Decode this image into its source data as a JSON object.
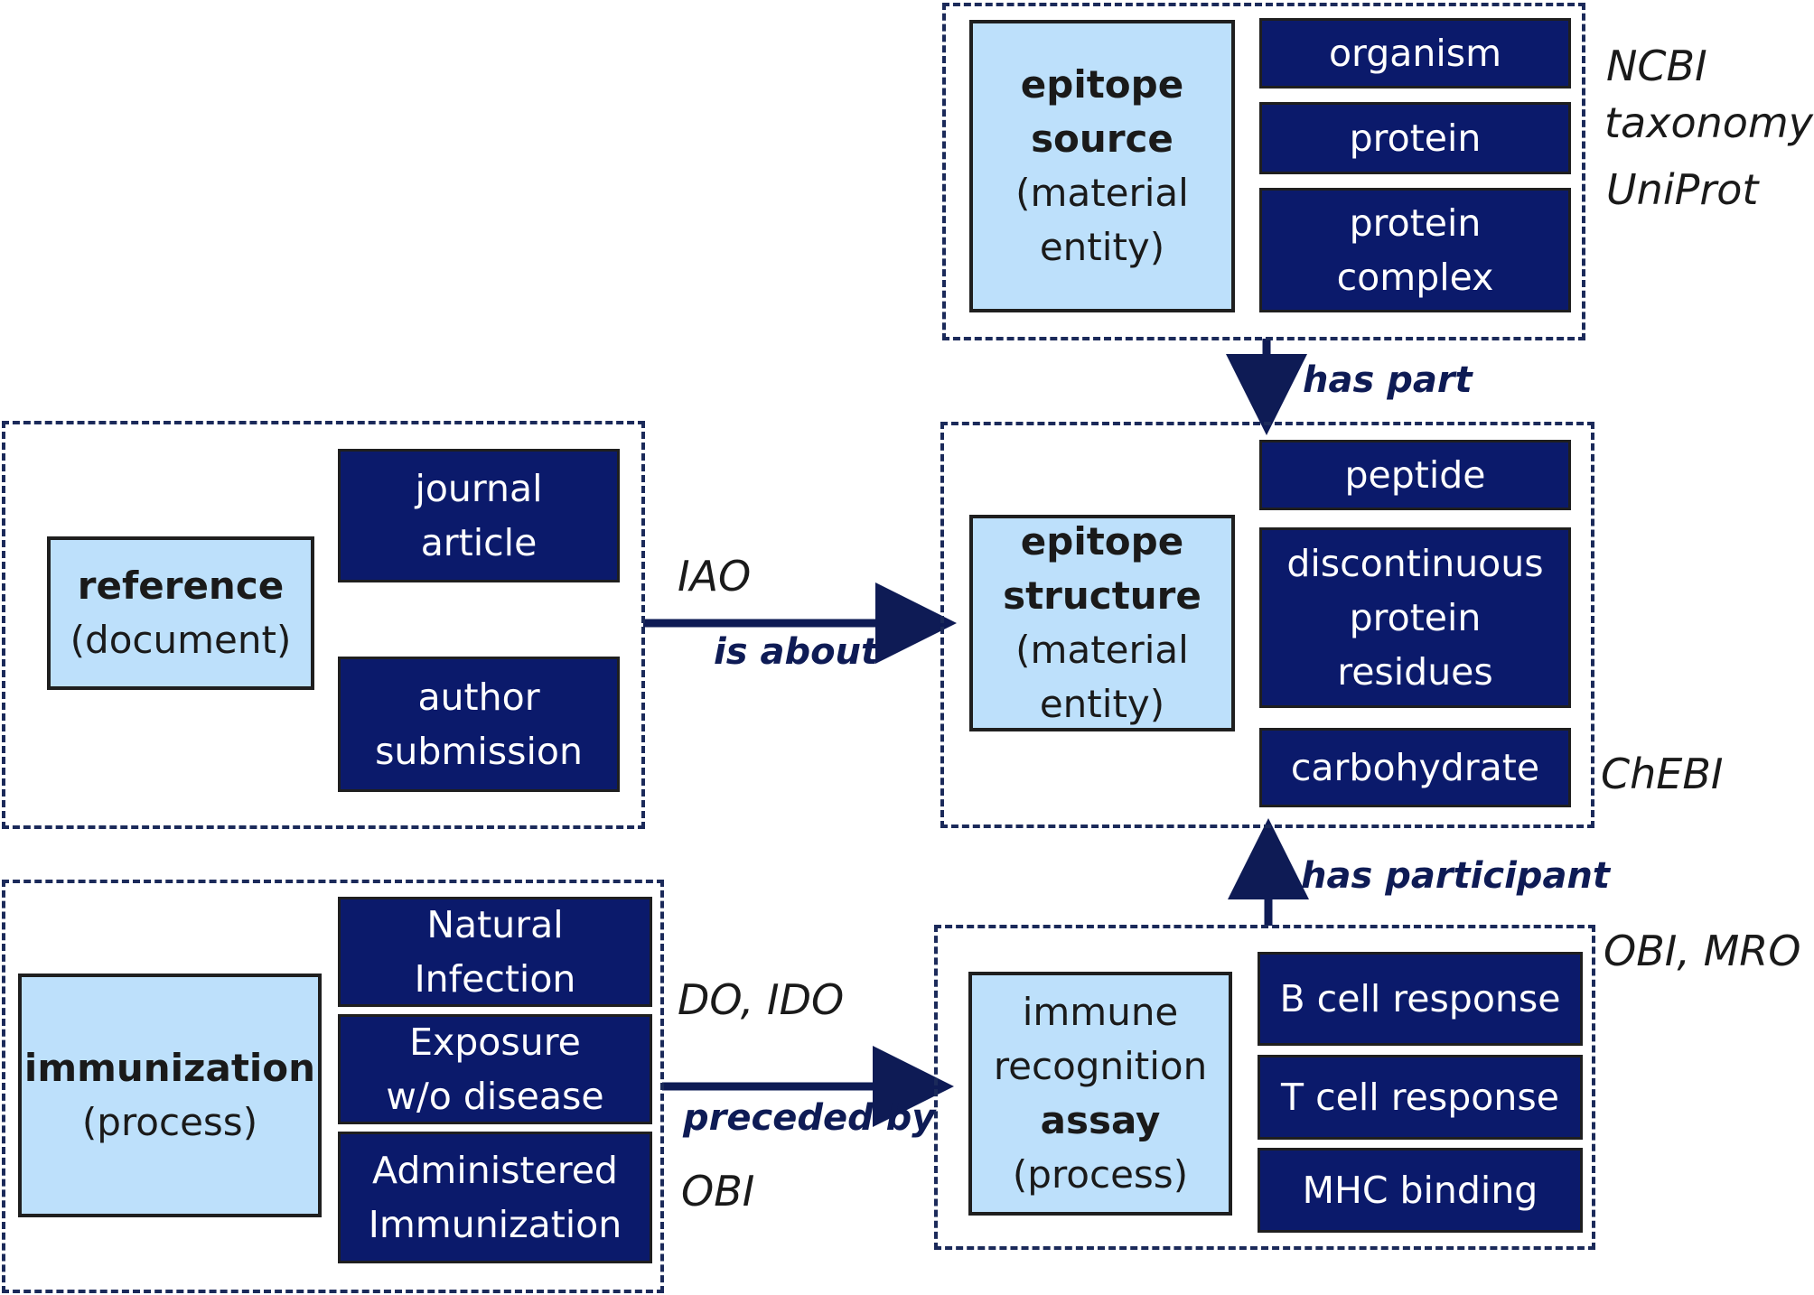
{
  "epitope_source": {
    "title": "epitope source",
    "line1": "epitope",
    "line2": "source",
    "line3": "(material",
    "line4": "entity)",
    "items": [
      "organism",
      "protein",
      "protein complex"
    ],
    "ontology_lines": [
      "NCBI",
      "taxonomy",
      "UniProt"
    ]
  },
  "epitope_structure": {
    "line1": "epitope",
    "line2": "structure",
    "line3": "(material",
    "line4": "entity)",
    "items": [
      "peptide",
      "discontinuous protein residues",
      "carbohydrate"
    ],
    "ontology": "ChEBI"
  },
  "reference": {
    "line1": "reference",
    "line2": "(document)",
    "items": [
      "journal article",
      "author submission"
    ]
  },
  "immunization": {
    "line1": "immunization",
    "line2": "(process)",
    "items": [
      "Natural Infection",
      "Exposure w/o disease",
      "Administered Immunization"
    ]
  },
  "assay": {
    "line1": "immune",
    "line2": "recognition",
    "line3": "assay",
    "line4": "(process)",
    "items": [
      "B cell response",
      "T cell response",
      "MHC binding"
    ],
    "ontology": "OBI, MRO"
  },
  "relations": {
    "has_part": "has part",
    "is_about": "is about",
    "is_about_ontology": "IAO",
    "has_participant": "has participant",
    "preceded_by": "preceded by",
    "preceded_by_ontology_top": "DO, IDO",
    "preceded_by_ontology_bottom": "OBI"
  },
  "colors": {
    "main_box_fill": "#bde0fb",
    "sub_box_fill": "#0b1a6b",
    "arrow": "#0e1b55",
    "dashed_border": "#1b2a5a"
  }
}
